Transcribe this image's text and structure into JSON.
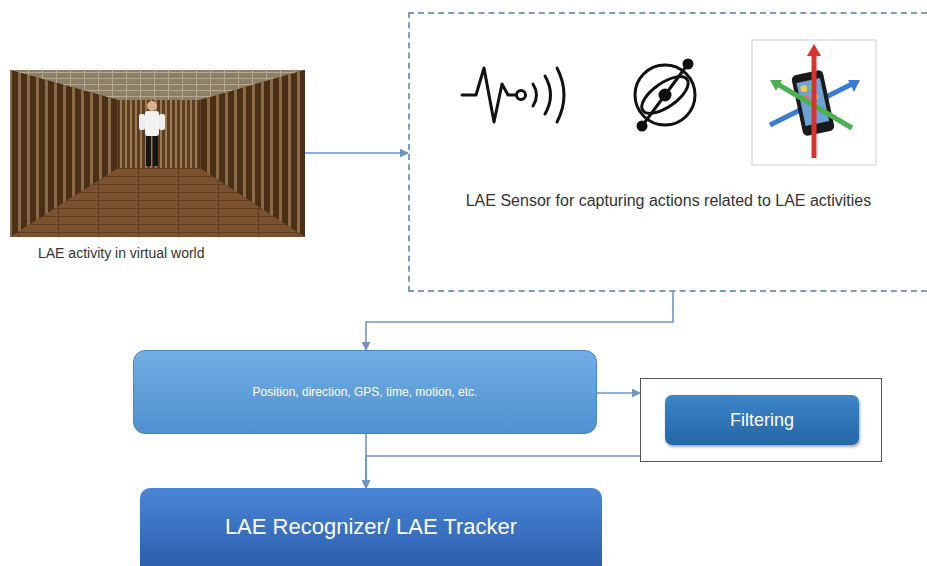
{
  "diagram": {
    "nodes": [
      {
        "text": [
          "LAE activity in virtual world"
        ]
      },
      {
        "text": [
          "LAE Sensor for capturing actions related to LAE activities"
        ]
      },
      {
        "text": [
          "Position, direction, GPS, time, motion, etc."
        ]
      },
      {
        "text": [
          "Filtering"
        ]
      },
      {
        "text": [
          "LAE Recognizer/ LAE Tracker"
        ]
      }
    ],
    "edges": [
      {
        "from": 0,
        "to": 1,
        "arrow": "to"
      },
      {
        "from": 1,
        "to": 2,
        "arrow": "to"
      },
      {
        "from": 2,
        "to": 3,
        "arrow": "to"
      },
      {
        "from": 3,
        "to": 4,
        "arrow": "to"
      },
      {
        "from": 2,
        "to": 4,
        "arrow": "to"
      }
    ]
  }
}
